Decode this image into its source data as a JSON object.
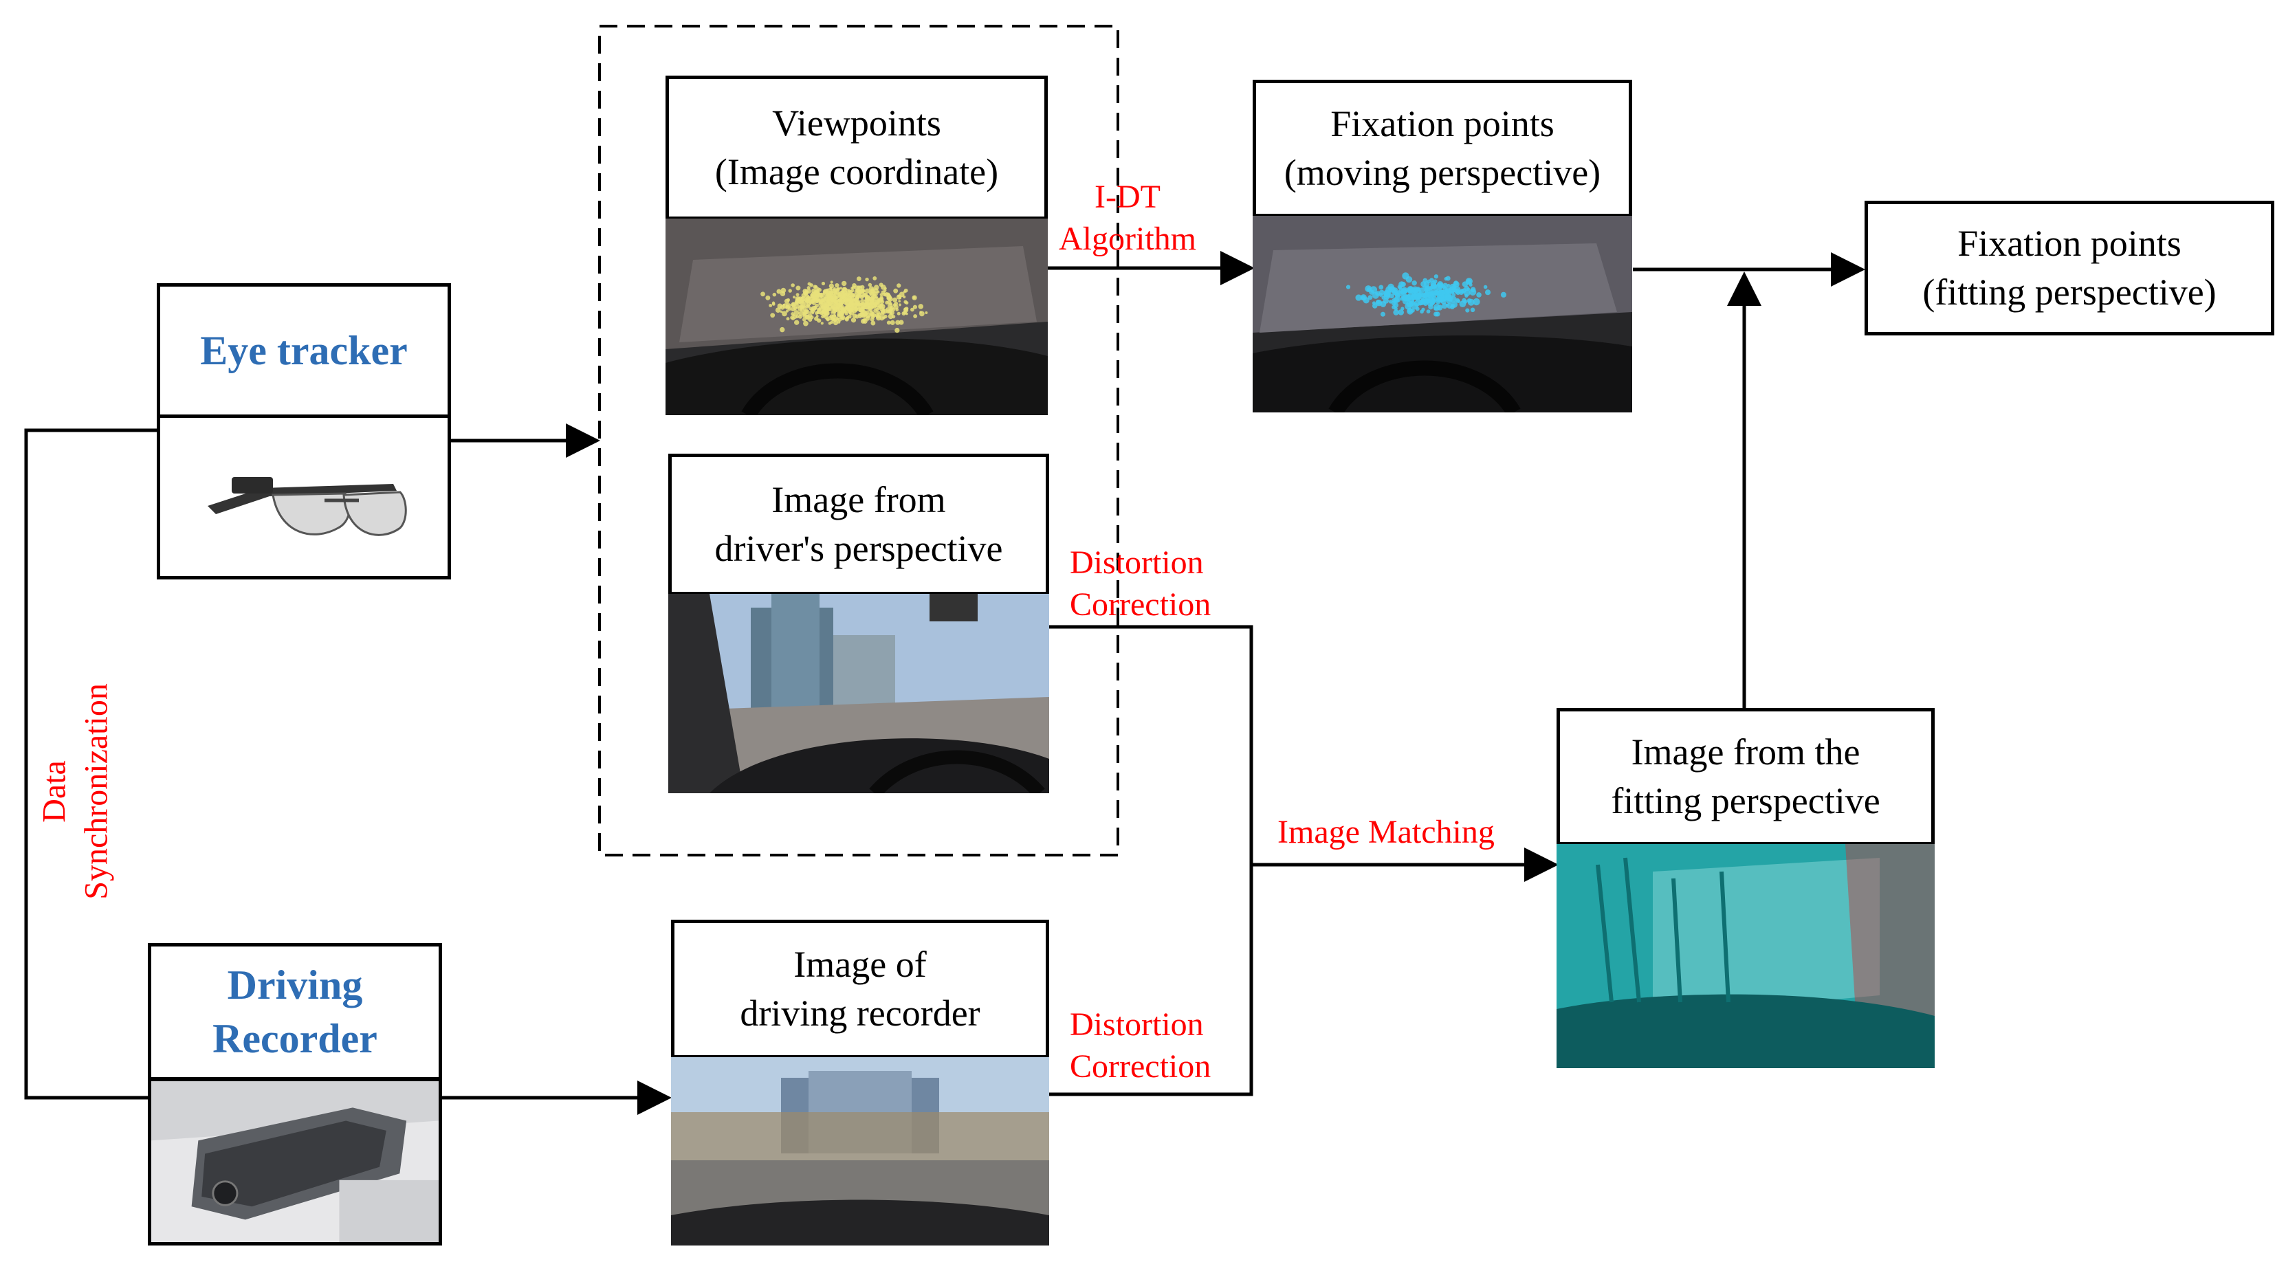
{
  "nodes": {
    "eye_tracker": "Eye tracker",
    "driving_recorder": "Driving\nRecorder",
    "viewpoints": "Viewpoints\n(Image coordinate)",
    "image_driver": "Image from\ndriver's perspective",
    "image_recorder": "Image of\ndriving recorder",
    "fixation_moving": "Fixation points\n(moving perspective)",
    "fixation_fitting": "Fixation points\n(fitting perspective)",
    "image_fitting": "Image from the\nfitting perspective"
  },
  "edges": {
    "idt": "I-DT\nAlgorithm",
    "distortion_top": "Distortion\nCorrection",
    "distortion_bottom": "Distortion\nCorrection",
    "image_matching": "Image Matching",
    "data_sync": "Data\nSynchronization"
  },
  "colors": {
    "device_label": "#2e6db4",
    "edge_label": "#ff0000",
    "viewpoint_dots": "#e8e07a",
    "fixation_dots": "#40c8f0"
  }
}
